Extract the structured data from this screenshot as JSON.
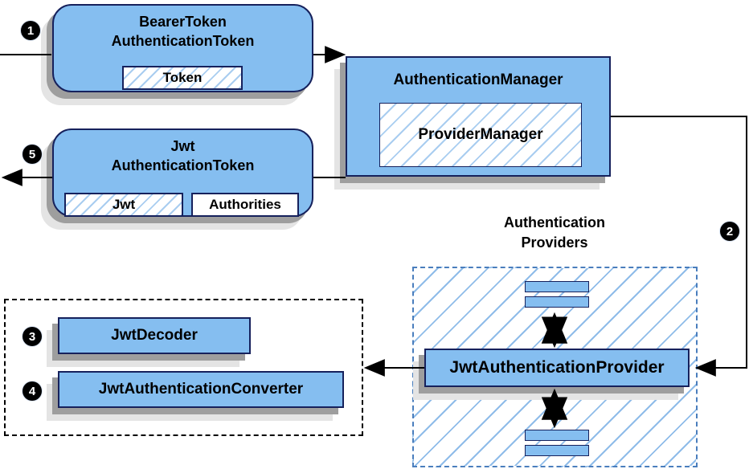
{
  "diagram": {
    "title_implicit": "JWT authentication architecture flow",
    "nodes": {
      "bearer_token": {
        "line1": "BearerToken",
        "line2": "AuthenticationToken",
        "member": "Token"
      },
      "authentication_manager": {
        "title": "AuthenticationManager",
        "member": "ProviderManager"
      },
      "jwt_authentication_token": {
        "line1": "Jwt",
        "line2": "AuthenticationToken",
        "member_jwt": "Jwt",
        "member_authorities": "Authorities"
      },
      "providers_group": {
        "line1": "Authentication",
        "line2": "Providers"
      },
      "jwt_authentication_provider": {
        "label": "JwtAuthenticationProvider"
      },
      "jwt_decoder": {
        "label": "JwtDecoder"
      },
      "jwt_authentication_converter": {
        "label": "JwtAuthenticationConverter"
      }
    },
    "badges": {
      "step1": "1",
      "step2": "2",
      "step3": "3",
      "step4": "4",
      "step5": "5"
    },
    "colors": {
      "node_fill": "#85bef0",
      "node_border": "#16215c",
      "hatch_line": "#a9cdf0",
      "group_dashed_border": "#4a7ebd",
      "black_dashed_border": "#000000",
      "shadow_dark": "#9e9e9e",
      "shadow_light": "#e4e4e4",
      "arrow": "#000000",
      "badge_bg": "#000000",
      "badge_text": "#ffffff"
    }
  }
}
